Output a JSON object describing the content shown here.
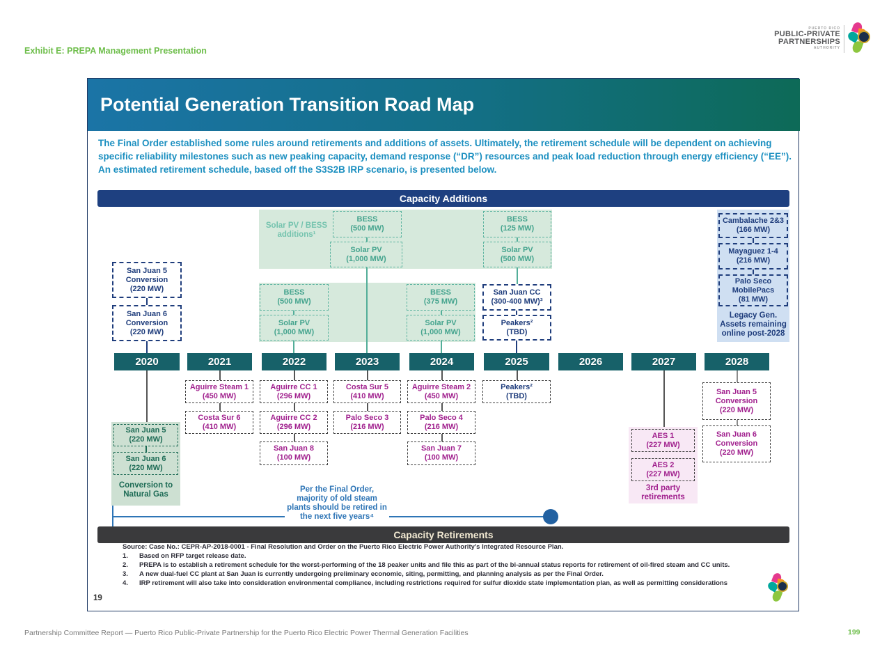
{
  "header": {
    "exhibit": "Exhibit E: PREPA Management Presentation",
    "logo": {
      "line1": "PUERTO RICO",
      "line2": "PUBLIC-PRIVATE",
      "line3": "PARTNERSHIPS",
      "line4": "AUTHORITY"
    }
  },
  "slide": {
    "title": "Potential Generation Transition Road Map",
    "intro": "The Final Order established some rules around retirements and additions of assets. Ultimately, the retirement schedule will be dependent on achieving specific reliability milestones such as new peaking capacity, demand response (“DR”) resources and peak load reduction through energy efficiency (“EE”). An estimated retirement schedule, based off the S3S2B IRP scenario, is presented below.",
    "additions_bar": "Capacity Additions",
    "retirements_bar": "Capacity Retirements",
    "years": [
      "2020",
      "2021",
      "2022",
      "2023",
      "2024",
      "2025",
      "2026",
      "2027",
      "2028"
    ],
    "additions": {
      "sj5_conv": {
        "name": "San Juan 5 Conversion",
        "cap": "(220 MW)"
      },
      "sj6_conv": {
        "name": "San Juan 6 Conversion",
        "cap": "(220 MW)"
      },
      "label_pv_bess": "Solar PV / BESS additions¹",
      "bess_2023": {
        "name": "BESS",
        "cap": "(500 MW)"
      },
      "pv_2023": {
        "name": "Solar PV",
        "cap": "(1,000 MW)"
      },
      "bess_2025": {
        "name": "BESS",
        "cap": "(125 MW)"
      },
      "pv_2025": {
        "name": "Solar PV",
        "cap": "(500 MW)"
      },
      "bess_2022": {
        "name": "BESS",
        "cap": "(500 MW)"
      },
      "pv_2022": {
        "name": "Solar PV",
        "cap": "(1,000 MW)"
      },
      "bess_2024": {
        "name": "BESS",
        "cap": "(375 MW)"
      },
      "pv_2024": {
        "name": "Solar PV",
        "cap": "(1,000 MW)"
      },
      "sjcc": {
        "name": "San Juan CC",
        "cap": "(300-400 MW)³"
      },
      "peakers": {
        "name": "Peakers²",
        "cap": "(TBD)"
      },
      "cambalache": {
        "name": "Cambalache 2&3",
        "cap": "(166 MW)"
      },
      "mayaguez": {
        "name": "Mayaguez 1-4",
        "cap": "(216 MW)"
      },
      "paloseco_mp": {
        "name": "Palo Seco MobilePacs",
        "cap": "(81 MW)"
      },
      "legacy_note": "Legacy Gen. Assets remaining online post-2028"
    },
    "retirements": {
      "sj5_2020": {
        "name": "San Juan 5",
        "cap": "(220 MW)"
      },
      "sj6_2020": {
        "name": "San Juan 6",
        "cap": "(220 MW)"
      },
      "conv_label": "Conversion to Natural Gas",
      "aguirre_st1": {
        "name": "Aguirre Steam 1",
        "cap": "(450 MW)"
      },
      "costa_sur6": {
        "name": "Costa Sur 6",
        "cap": "(410 MW)"
      },
      "aguirre_cc1": {
        "name": "Aguirre CC 1",
        "cap": "(296 MW)"
      },
      "aguirre_cc2": {
        "name": "Aguirre CC 2",
        "cap": "(296 MW)"
      },
      "sj8": {
        "name": "San Juan 8",
        "cap": "(100 MW)"
      },
      "costa_sur5": {
        "name": "Costa Sur 5",
        "cap": "(410 MW)"
      },
      "paloseco3": {
        "name": "Palo Seco 3",
        "cap": "(216 MW)"
      },
      "aguirre_st2": {
        "name": "Aguirre Steam 2",
        "cap": "(450 MW)"
      },
      "paloseco4": {
        "name": "Palo Seco 4",
        "cap": "(216 MW)"
      },
      "sj7": {
        "name": "San Juan 7",
        "cap": "(100 MW)"
      },
      "peakers": {
        "name": "Peakers²",
        "cap": "(TBD)"
      },
      "aes1": {
        "name": "AES 1",
        "cap": "(227 MW)"
      },
      "aes2": {
        "name": "AES 2",
        "cap": "(227 MW)"
      },
      "third_party": "3rd party retirements",
      "sj5_conv_2028": {
        "name": "San Juan 5 Conversion",
        "cap": "(220 MW)"
      },
      "sj6_conv_2028": {
        "name": "San Juan 6 Conversion",
        "cap": "(220 MW)"
      }
    },
    "note": "Per the Final Order, majority of old steam plants should be retired in the next five years⁴",
    "footnotes": {
      "source": "Source: Case No.: CEPR-AP-2018-0001 - Final Resolution and Order on the Puerto Rico Electric Power Authority’s Integrated Resource Plan.",
      "items": [
        {
          "num": "1.",
          "text": "Based on RFP target release date."
        },
        {
          "num": "2.",
          "text": "PREPA is to establish a retirement schedule for the worst-performing of the 18 peaker units and file this as part of the bi-annual status reports for retirement of oil-fired steam and CC units."
        },
        {
          "num": "3.",
          "text": "A new dual-fuel CC plant at San Juan is currently undergoing preliminary economic, siting, permitting, and planning analysis as per the Final Order."
        },
        {
          "num": "4.",
          "text": "IRP retirement will also take into consideration environmental compliance, including restrictions required for sulfur dioxide state implementation plan, as well as permitting considerations"
        }
      ]
    },
    "page_num": "19"
  },
  "footer": {
    "text": "Partnership Committee Report — Puerto Rico Public-Private Partnership for the Puerto Rico Electric Power Thermal Generation Facilities",
    "page": "199"
  },
  "colors": {
    "accent_green": "#6ebe4b",
    "banner_blue": "#1b74a6",
    "banner_teal": "#0d6a57",
    "intro_blue": "#1b8fc0",
    "navy": "#1f3d7c",
    "additions_bar": "#1e4080",
    "year_teal": "#176169",
    "teal_text": "#45a48e",
    "green_fill": "#d6e9dc",
    "green2020_fill": "#cde0d2",
    "blue_fill": "#cfdff2",
    "pink_fill": "#f8e8f5",
    "magenta": "#a1218e",
    "retire_bar": "#3a3a3c",
    "retire_bar_text": "#f3ead3",
    "note_blue": "#2e75b6"
  }
}
